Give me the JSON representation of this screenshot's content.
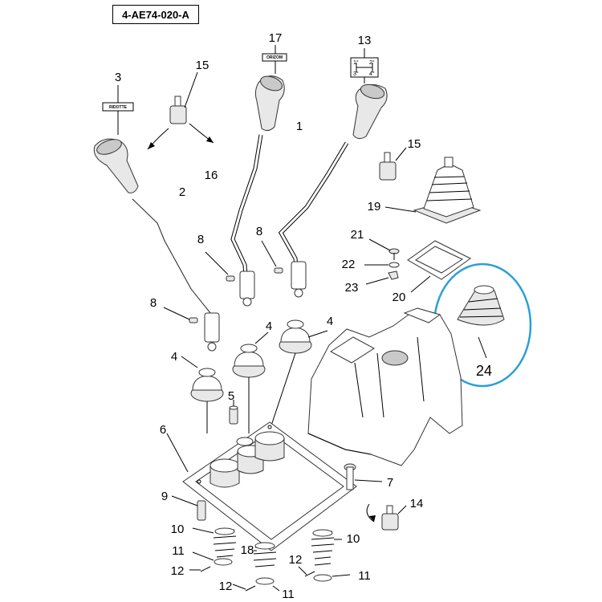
{
  "diagram_code": "4-AE74-020-A",
  "labels": {
    "knob_tag_left": "RIDOTTE",
    "knob_tag_mid": "ORIZOM",
    "shift_pattern": [
      "1°",
      "2°",
      "3°",
      "4°"
    ]
  },
  "callouts": [
    "1",
    "2",
    "3",
    "4",
    "4",
    "4",
    "5",
    "6",
    "7",
    "8",
    "8",
    "8",
    "9",
    "10",
    "10",
    "11",
    "11",
    "11",
    "12",
    "12",
    "12",
    "13",
    "14",
    "15",
    "15",
    "16",
    "17",
    "18",
    "19",
    "20",
    "21",
    "22",
    "23",
    "24"
  ],
  "highlight": {
    "part": "24",
    "color": "#2a9fd8"
  },
  "colors": {
    "line": "#000000",
    "background": "#ffffff"
  }
}
